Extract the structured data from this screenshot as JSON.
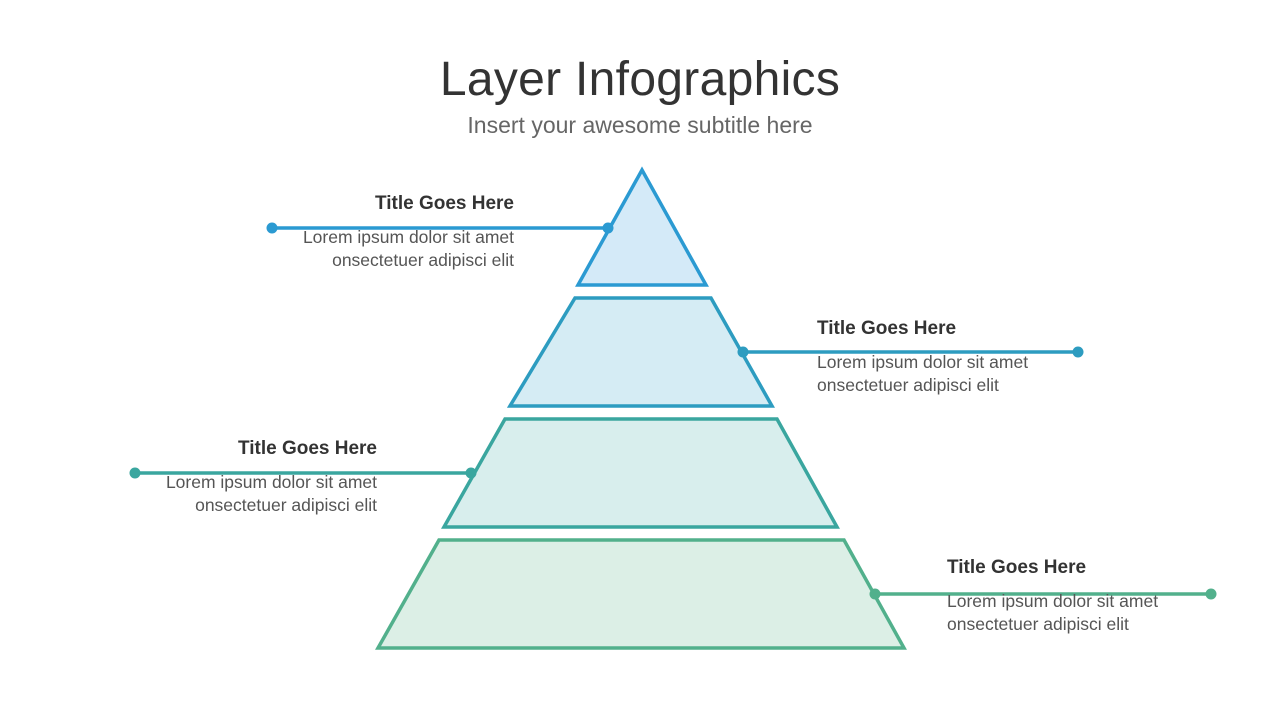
{
  "header": {
    "title": "Layer Infographics",
    "subtitle": "Insert your awesome subtitle here"
  },
  "colors": {
    "layer1": "#2b9ad2",
    "layer2": "#2d9cc0",
    "layer3": "#3aa69f",
    "layer4": "#52b08c"
  },
  "layers": [
    {
      "title": "Title Goes Here",
      "desc_line1": "Lorem ipsum dolor sit amet",
      "desc_line2": "onsectetuer adipisci elit"
    },
    {
      "title": "Title Goes Here",
      "desc_line1": "Lorem ipsum dolor sit amet",
      "desc_line2": "onsectetuer adipisci elit"
    },
    {
      "title": "Title Goes Here",
      "desc_line1": "Lorem ipsum dolor sit amet",
      "desc_line2": "onsectetuer adipisci elit"
    },
    {
      "title": "Title Goes Here",
      "desc_line1": "Lorem ipsum dolor sit amet",
      "desc_line2": "onsectetuer adipisci elit"
    }
  ]
}
